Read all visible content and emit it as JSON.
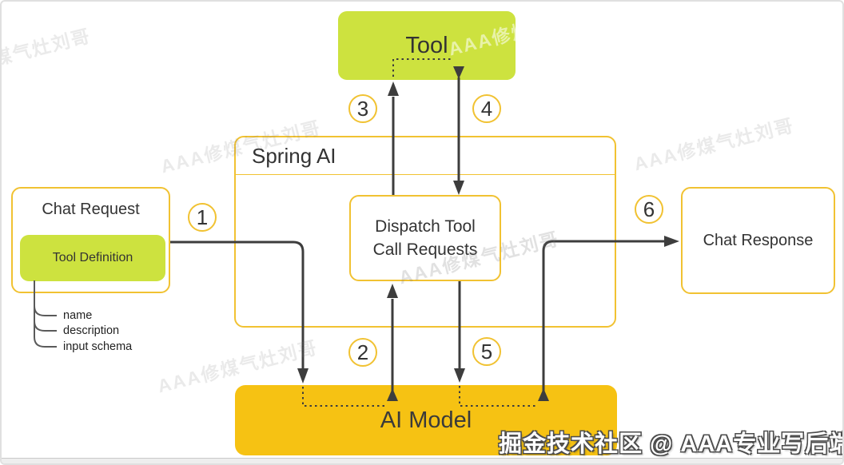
{
  "boxes": {
    "tool": {
      "label": "Tool"
    },
    "spring_ai": {
      "label": "Spring AI"
    },
    "dispatch": {
      "line1": "Dispatch Tool",
      "line2": "Call Requests"
    },
    "chat_request": {
      "label": "Chat Request"
    },
    "tool_definition": {
      "label": "Tool Definition"
    },
    "chat_response": {
      "label": "Chat Response"
    },
    "ai_model": {
      "label": "AI Model"
    }
  },
  "tool_definition_properties": [
    "name",
    "description",
    "input schema"
  ],
  "steps": [
    "1",
    "2",
    "3",
    "4",
    "5",
    "6"
  ],
  "watermarks": {
    "diagonal": "AAA修煤气灶刘哥",
    "footer": "掘金技术社区 @ AAA专业写后端刘哥"
  },
  "colors": {
    "green": "#cde23f",
    "gold": "#f6c213",
    "border_yellow": "#f1c232",
    "arrow": "#3d3d3d"
  }
}
